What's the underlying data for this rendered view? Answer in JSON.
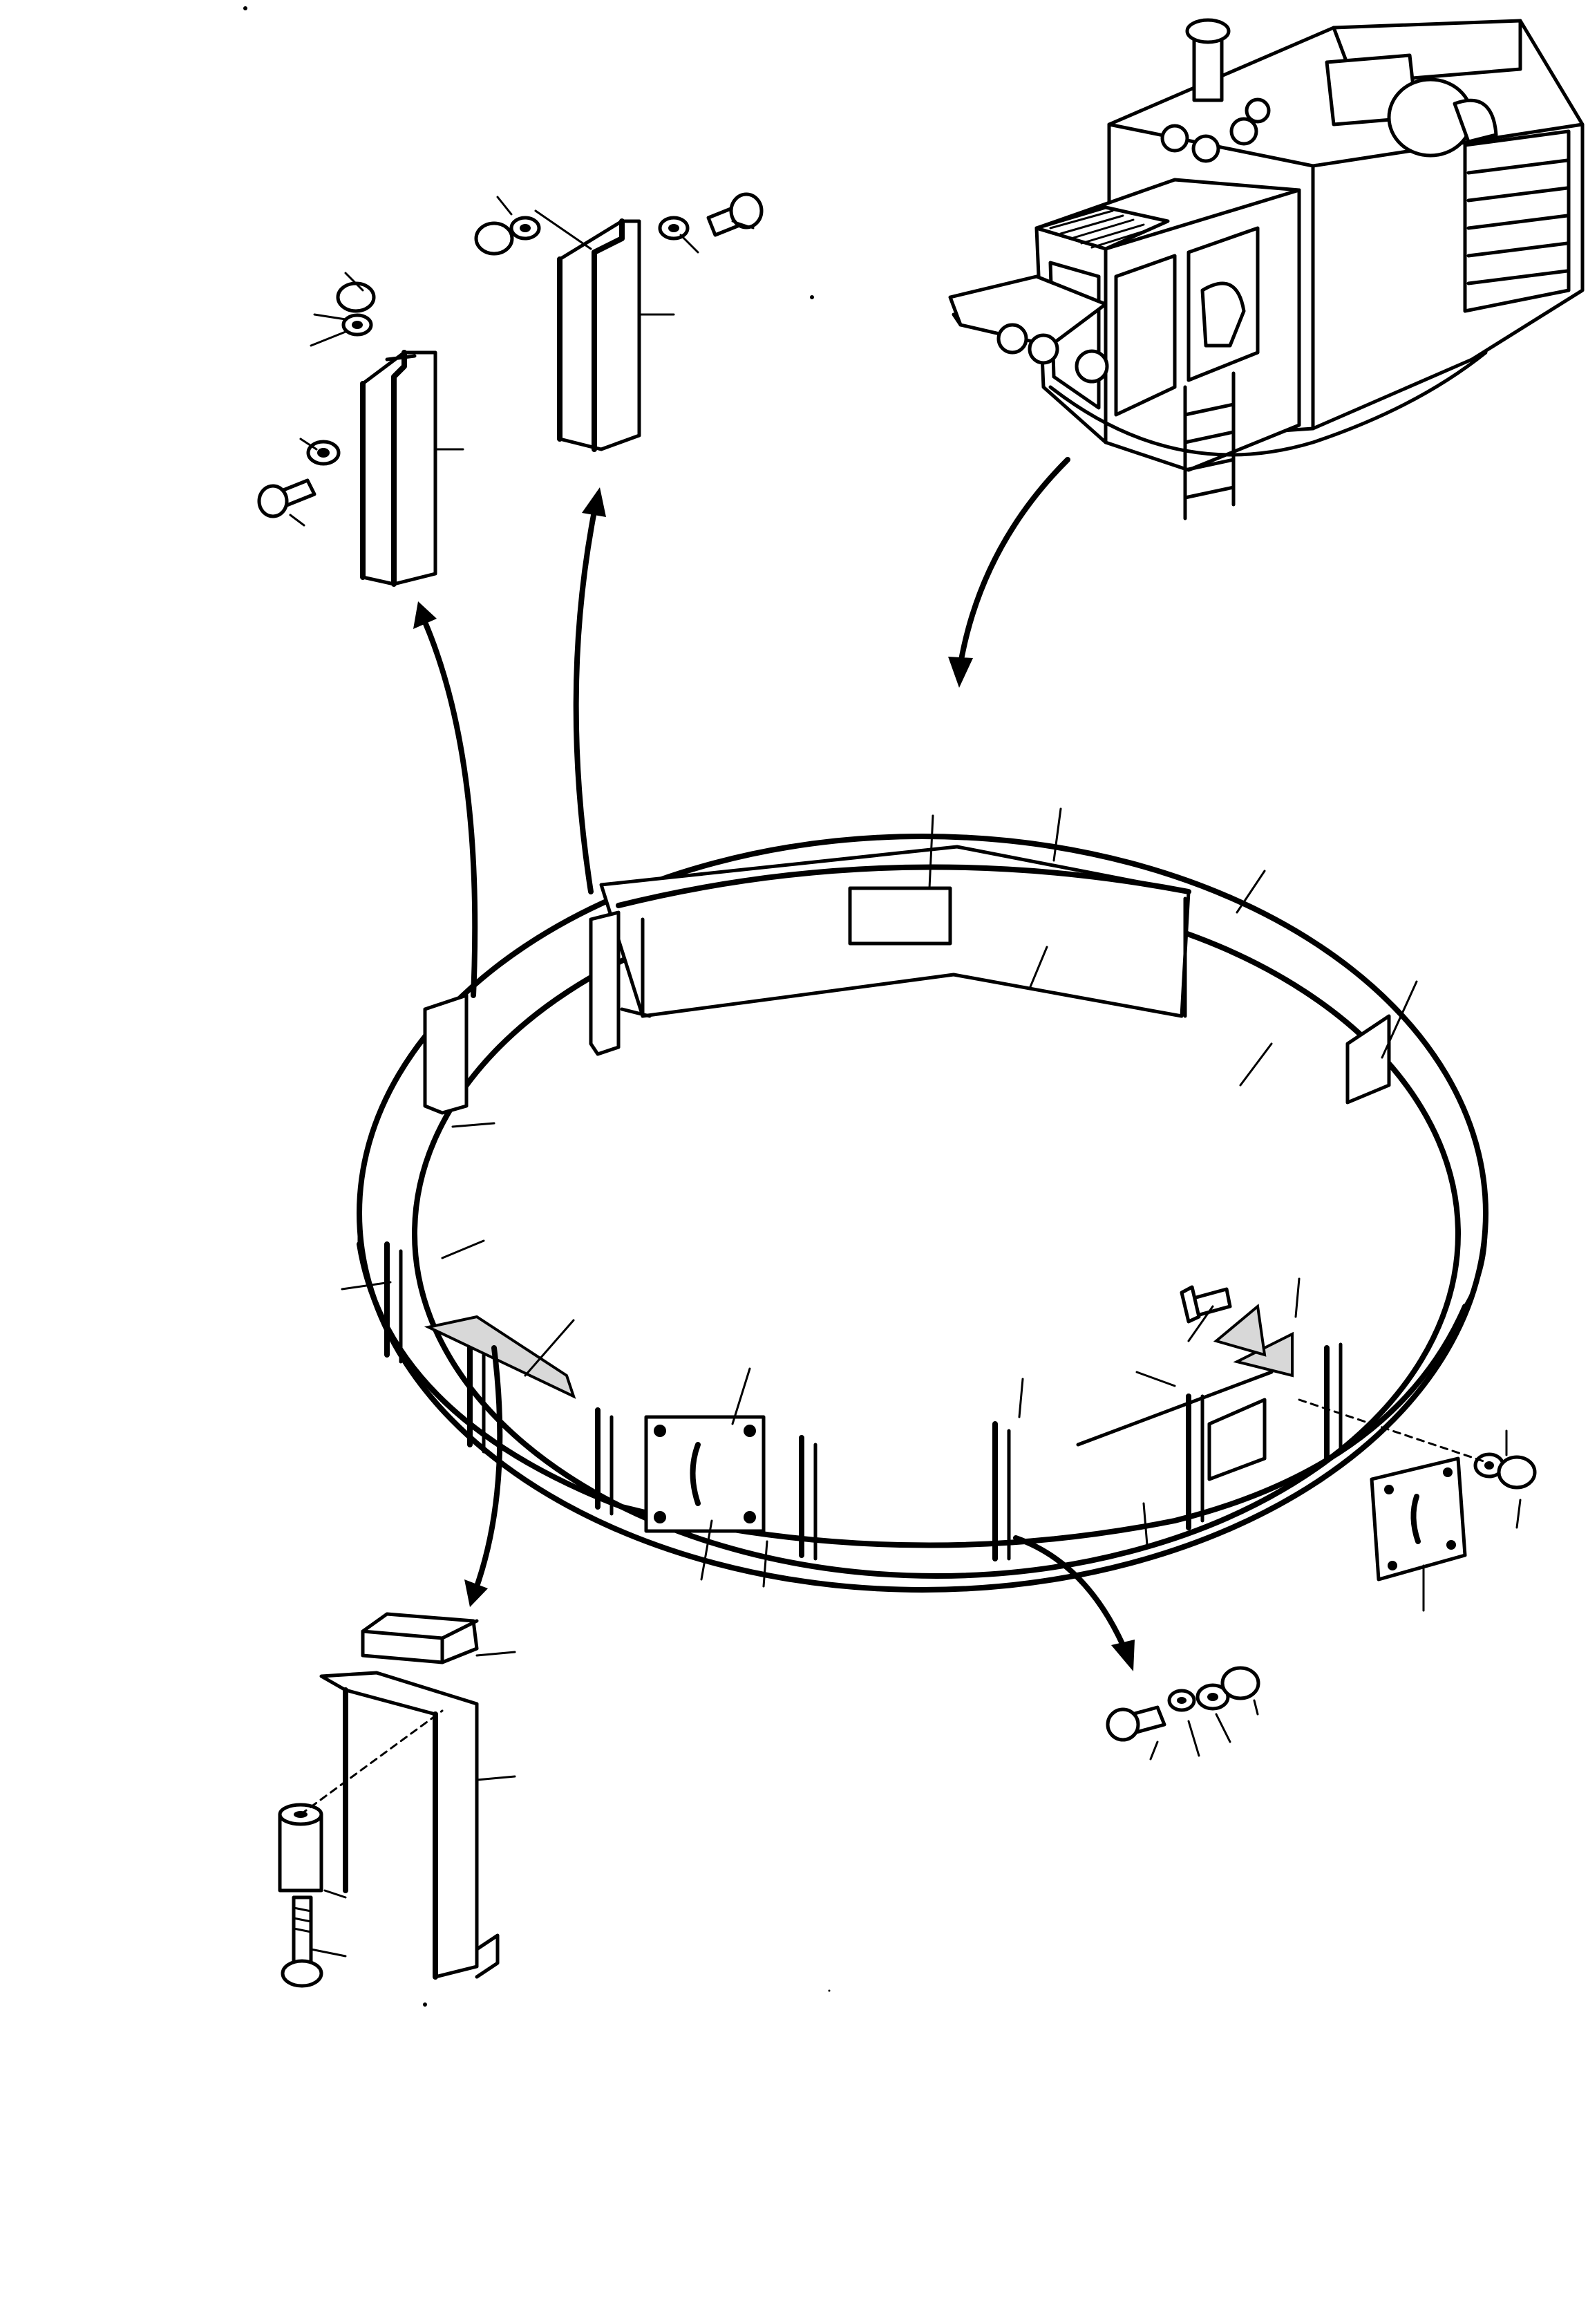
{
  "figure": {
    "kind": "exploded parts illustration",
    "ink_color": "#000000",
    "paper_color": "#ffffff"
  },
  "parts": {
    "machine": "upper-structure-with-cab",
    "ring": "counterweight-ring-guard",
    "top_left_guard": "vertical-guard-plate-left",
    "top_center_guard": "vertical-guard-plate-center",
    "bottom_left_guard": "bracket-with-pad",
    "right_cover": "access-cover-plate",
    "fastener_set_right": "bolt-washers-nut"
  },
  "arrows": [
    "arrow-machine-to-ring",
    "arrow-ring-to-top-left-guard",
    "arrow-ring-to-top-center-guard",
    "arrow-ring-to-bottom-left-guard",
    "arrow-ring-to-bottom-right-fasteners"
  ]
}
